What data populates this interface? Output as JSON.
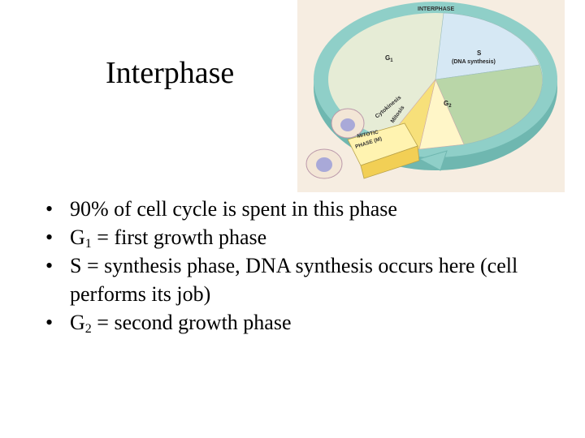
{
  "slide": {
    "title": "Interphase"
  },
  "figure": {
    "ring_label": "INTERPHASE",
    "g1_label": "G",
    "g1_sub": "1",
    "s_label": "S",
    "s_caption": "(DNA synthesis)",
    "g2_label": "G",
    "g2_sub": "2",
    "cytokinesis_label": "Cytokinesis",
    "mitosis_label": "Mitosis",
    "mitotic_label": "MITOTIC",
    "phase_m_label": "PHASE (M)",
    "colors": {
      "background": "#f6ede1",
      "ring": "#8fcfc8",
      "g1": "#e6ecd6",
      "s": "#d6e8f4",
      "g2": "#b9d6a8",
      "m_wedge": "#f7e07a",
      "cell": "#a9a9d8"
    }
  },
  "bullets": [
    {
      "bullet": "•",
      "text": "90% of cell cycle is spent in this phase"
    },
    {
      "bullet": "•",
      "pre": "G",
      "sub": "1",
      "post": " = first growth phase"
    },
    {
      "bullet": "•",
      "text": "S = synthesis phase, DNA synthesis occurs here (cell performs its job)"
    },
    {
      "bullet": "•",
      "pre": "G",
      "sub": "2",
      "post": " = second growth phase"
    }
  ]
}
